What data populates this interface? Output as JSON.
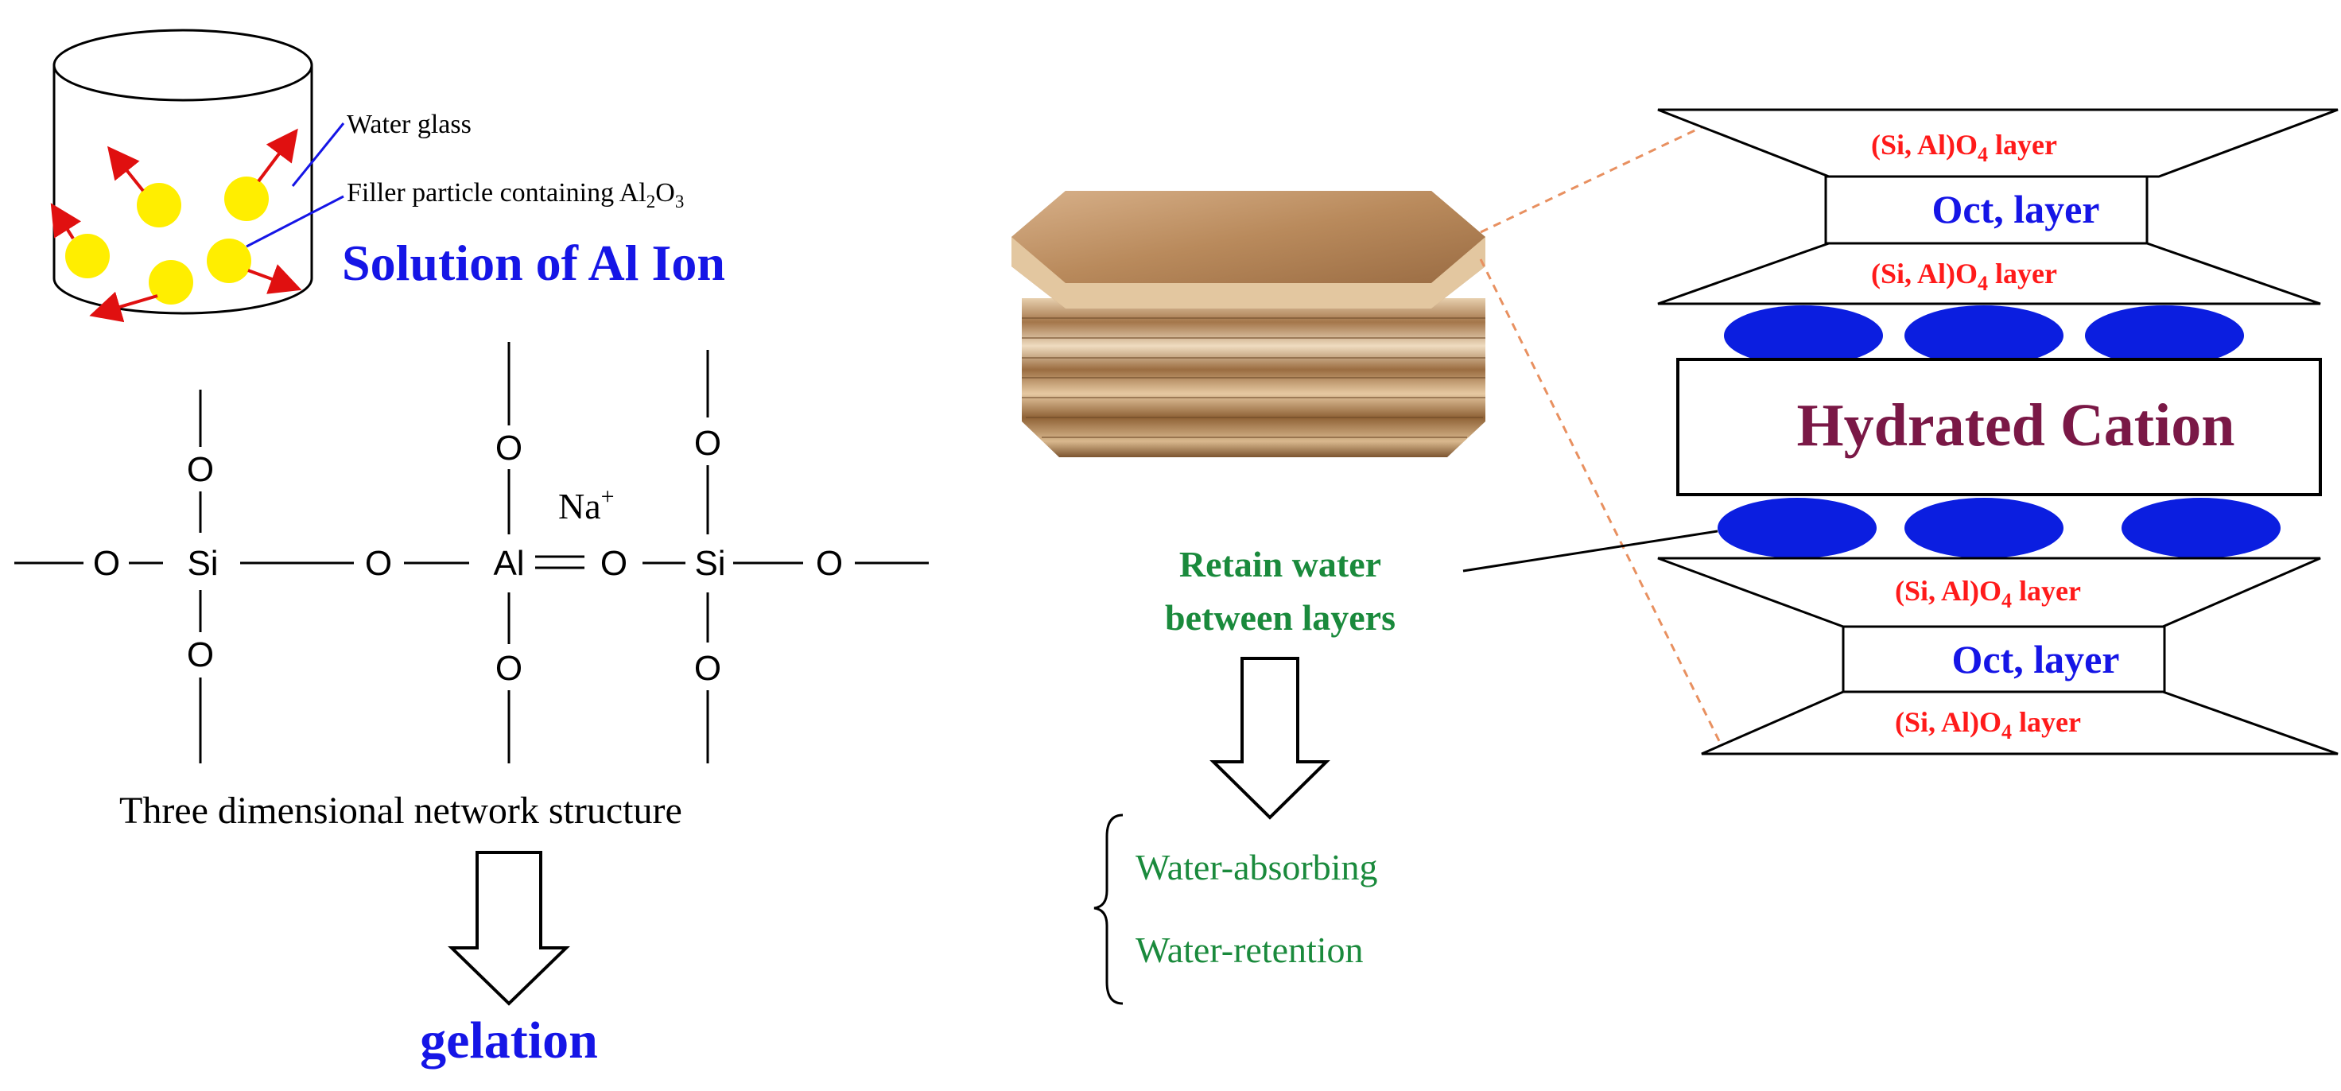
{
  "figure": {
    "left": {
      "water_glass_label": "Water glass",
      "filler_label_main": "Filler particle containing Al",
      "filler_sub1": "2",
      "filler_mid": "O",
      "filler_sub2": "3",
      "solution_title": "Solution of Al Ion",
      "atoms": {
        "o": "O",
        "si": "Si",
        "al": "Al",
        "na": "Na",
        "na_sup": "+"
      },
      "network_caption": "Three dimensional network structure",
      "result": "gelation"
    },
    "middle": {
      "retain_line1": "Retain water",
      "retain_line2": "between layers",
      "effect1": "Water-absorbing",
      "effect2": "Water-retention"
    },
    "right": {
      "tetra_prefix": "(Si, Al)O",
      "tetra_sub": "4",
      "tetra_suffix": " layer",
      "oct_label": "Oct, layer",
      "cation_label": "Hydrated Cation"
    },
    "colors": {
      "blue_text": "#1515e6",
      "red_text": "#ff1a1a",
      "green_text": "#1a8a3c",
      "maroon_text": "#7a1846",
      "particle_yellow": "#ffee00",
      "arrow_red": "#e01010",
      "cation_blue": "#0b1ee0",
      "dashed_orange": "#e89060",
      "clay_brown": "#c09060"
    }
  }
}
